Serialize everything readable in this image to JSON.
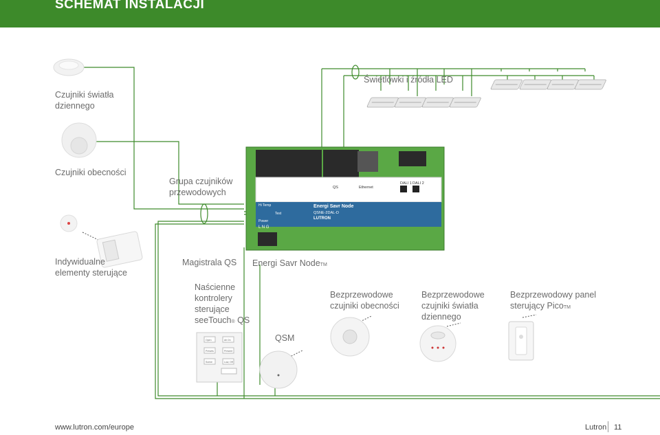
{
  "header": {
    "title": "SCHEMAT INSTALACJI"
  },
  "labels": {
    "daylight_sensors": [
      "Czujniki światła",
      "dziennego"
    ],
    "occupancy_sensors": "Czujniki obecności",
    "wired_group": [
      "Grupa czujników",
      "przewodowych"
    ],
    "individual_controls": [
      "Indywidualne",
      "elementy sterujące"
    ],
    "qs_bus": "Magistrala QS",
    "energi_savr": "Energi Savr Node",
    "energi_savr_tm": "TM",
    "lamps": "Świetlówki i źródła LED",
    "wall_controls": [
      "Naścienne",
      "kontrolery",
      "sterujące",
      "seeTouch",
      "®",
      " QS"
    ],
    "qsm": "QSM",
    "wireless_occupancy": [
      "Bezprzewodowe",
      "czujniki obecności"
    ],
    "wireless_daylight": [
      "Bezprzewodowe",
      "czujniki światła",
      "dziennego"
    ],
    "pico": [
      "Bezprzewodowy panel",
      "sterujący Pico",
      "TM"
    ]
  },
  "device": {
    "name": "Energi Savr Node",
    "model": "QSNE-2DAL-D",
    "brand": "LUTRON",
    "ports": [
      "QS",
      "Ethernet",
      "DALI 1",
      "DALI 2"
    ],
    "status": [
      "Hi Temp",
      "Test",
      "Power"
    ],
    "line": "L  N  G"
  },
  "keypad": {
    "buttons": [
      "Open",
      "All On",
      "Presets",
      "Present",
      "Scene",
      "Low, Off"
    ]
  },
  "footer": {
    "url": "www.lutron.com/europe",
    "brand": "Lutron",
    "page": "11"
  },
  "colors": {
    "header": "#3d8a2a",
    "wire": "#3d8a2a",
    "device_body": "#4e9e3a",
    "device_label": "#2e6b9e"
  }
}
